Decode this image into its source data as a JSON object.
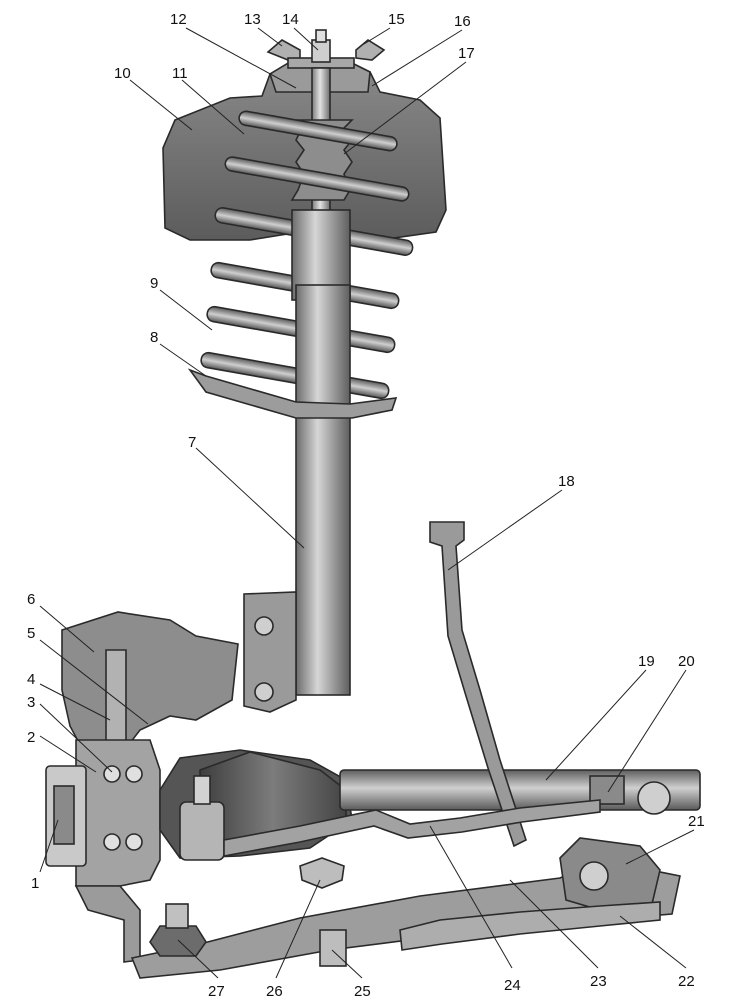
{
  "callouts": [
    {
      "label": "1"
    },
    {
      "label": "2"
    },
    {
      "label": "3"
    },
    {
      "label": "4"
    },
    {
      "label": "5"
    },
    {
      "label": "6"
    },
    {
      "label": "7"
    },
    {
      "label": "8"
    },
    {
      "label": "9"
    },
    {
      "label": "10"
    },
    {
      "label": "11"
    },
    {
      "label": "12"
    },
    {
      "label": "13"
    },
    {
      "label": "14"
    },
    {
      "label": "15"
    },
    {
      "label": "16"
    },
    {
      "label": "17"
    },
    {
      "label": "18"
    },
    {
      "label": "19"
    },
    {
      "label": "20"
    },
    {
      "label": "21"
    },
    {
      "label": "22"
    },
    {
      "label": "23"
    },
    {
      "label": "24"
    },
    {
      "label": "25"
    },
    {
      "label": "26"
    },
    {
      "label": "27"
    }
  ],
  "colors": {
    "background": "#ffffff",
    "metal_light": "#c4c4c4",
    "metal_mid": "#9e9e9e",
    "metal_dark": "#6a6a6a",
    "rubber": "#5a5a5a",
    "outline": "#2a2a2a"
  }
}
